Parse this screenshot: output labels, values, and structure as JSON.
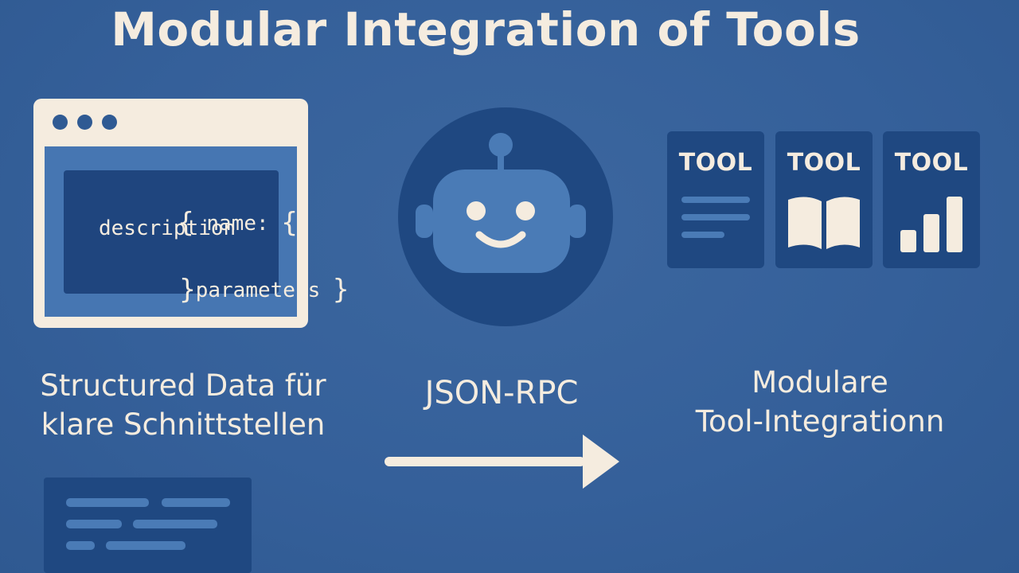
{
  "title": "Modular Integration of Tools",
  "code_window": {
    "line1": "name:",
    "line2": "description",
    "line3": "parameters"
  },
  "tools": [
    {
      "label": "TOOL",
      "icon": "text-lines-icon"
    },
    {
      "label": "TOOL",
      "icon": "book-icon"
    },
    {
      "label": "TOOL",
      "icon": "bar-chart-icon"
    }
  ],
  "captions": {
    "left_line1": "Structured Data für",
    "left_line2": "klare Schnittstellen",
    "middle": "JSON-RPC",
    "right_line1": "Modulare",
    "right_line2": "Tool-Integrationn"
  },
  "colors": {
    "background": "#35609a",
    "dark_blue": "#1f4881",
    "cream": "#f5ecdf",
    "mid_blue": "#4676b2"
  }
}
